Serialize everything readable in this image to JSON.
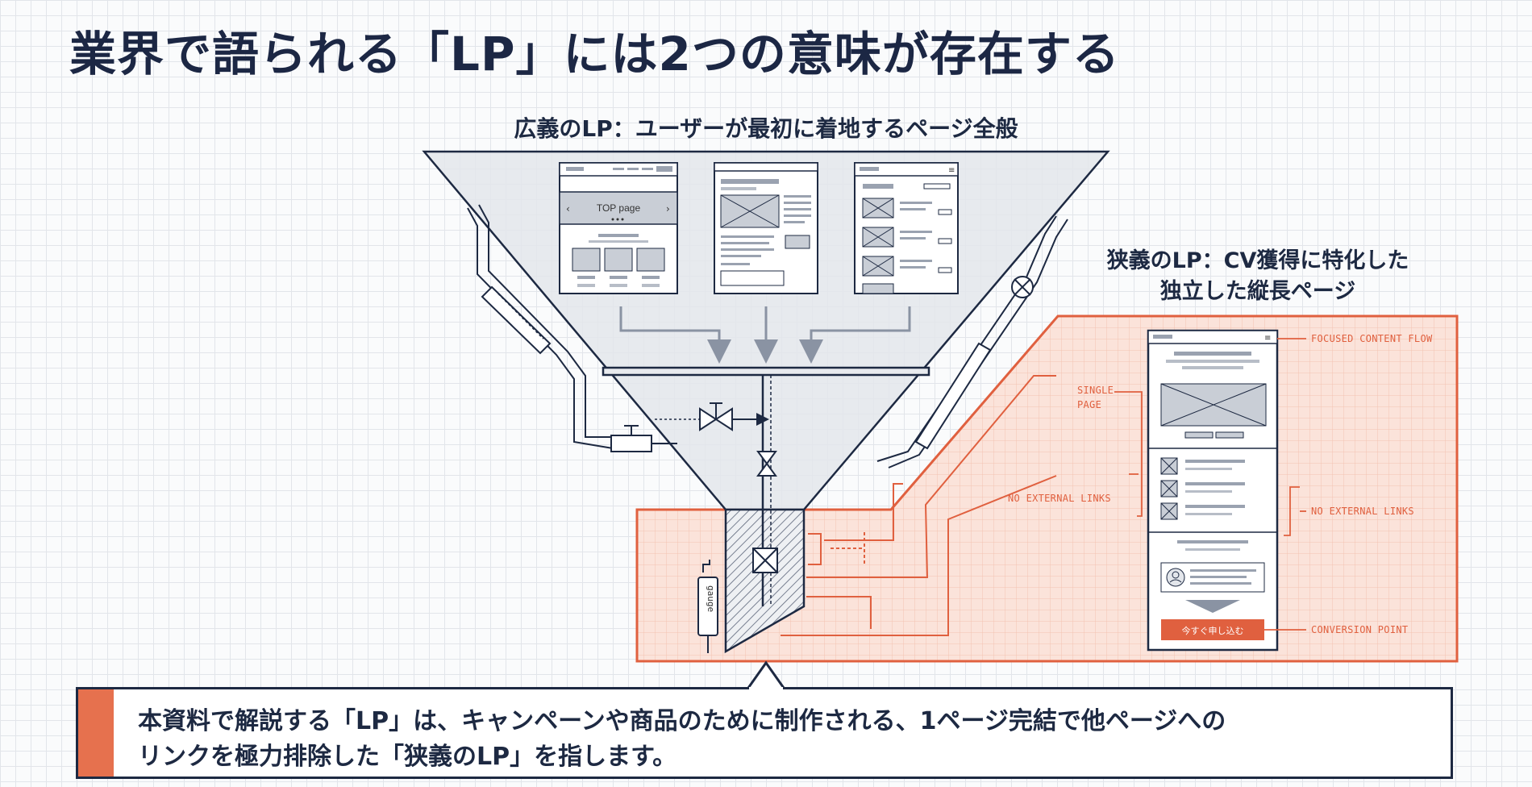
{
  "title": "業界で語られる「LP」には2つの意味が存在する",
  "broad": {
    "label": "広義のLP：ユーザーが最初に着地するページ全般",
    "top_page_label": "TOP page"
  },
  "narrow": {
    "label_line1": "狭義のLP：CV獲得に特化した",
    "label_line2": "独立した縦長ページ",
    "cta_button": "今すぐ申し込む"
  },
  "annotations": {
    "focused_content_flow": "FOCUSED CONTENT FLOW",
    "single_line1": "SINGLE",
    "single_line2": "PAGE",
    "no_external_links_left": "NO EXTERNAL LINKS",
    "no_external_links_right": "NO EXTERNAL LINKS",
    "conversion_point": "CONVERSION POINT"
  },
  "pipe_label": "gauge",
  "summary": {
    "line1": "本資料で解説する「LP」は、キャンペーンや商品のために制作される、1ページ完結で他ページへの",
    "line2": "リンクを極力排除した「狭義のLP」を指します。"
  },
  "colors": {
    "navy": "#1d2942",
    "accent": "#e6714e",
    "orange_line": "#e0603f",
    "orange_fill": "#fbe3da"
  }
}
